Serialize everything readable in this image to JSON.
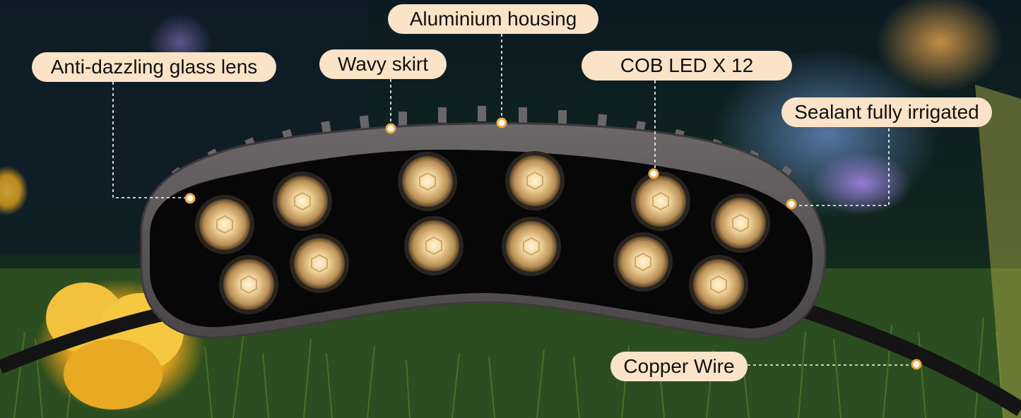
{
  "callouts": {
    "anti_dazzling": "Anti-dazzling  glass lens",
    "wavy_skirt": "Wavy skirt",
    "aluminium_housing": "Aluminium housing",
    "cob_led": "COB LED X 12",
    "sealant": "Sealant fully irrigated",
    "copper_wire": "Copper Wire"
  },
  "colors": {
    "label_bg": "#fbe3c8",
    "dot": "#f0a840",
    "housing": "#5a5658",
    "led_glow": "#f6d9a0"
  }
}
